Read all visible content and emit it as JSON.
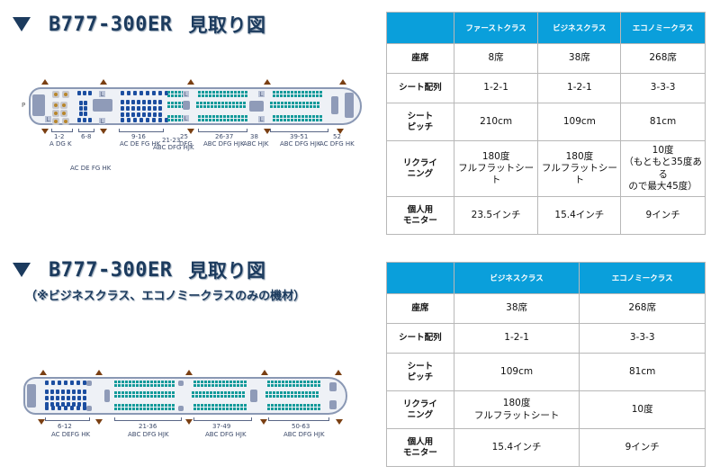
{
  "section1": {
    "title_model": "B777-300ER",
    "title_text": "見取り図",
    "seatmap": {
      "front_label": "P",
      "lav_label": "L",
      "zones": [
        {
          "rows": "1-2",
          "letters": "A DG K"
        },
        {
          "rows": "6-8",
          "letters": "AC DE FG HK"
        },
        {
          "rows": "9-16",
          "letters": "AC DE FG HK"
        },
        {
          "rows": "21-23",
          "letters": "ABC DFG HJK"
        },
        {
          "rows": "25",
          "letters": "DFG"
        },
        {
          "rows": "26-37",
          "letters": "ABC DFG HJK"
        },
        {
          "rows": "38",
          "letters": "ABC HJK"
        },
        {
          "rows": "39-51",
          "letters": "ABC DFG HJK"
        },
        {
          "rows": "52",
          "letters": "AC DFG HK"
        }
      ]
    },
    "table": {
      "headers": [
        "",
        "ファーストクラス",
        "ビジネスクラス",
        "エコノミークラス"
      ],
      "rows": [
        {
          "label": "座席",
          "values": [
            "8席",
            "38席",
            "268席"
          ]
        },
        {
          "label": "シート配列",
          "values": [
            "1-2-1",
            "1-2-1",
            "3-3-3"
          ]
        },
        {
          "label": "シート\nピッチ",
          "values": [
            "210cm",
            "109cm",
            "81cm"
          ]
        },
        {
          "label": "リクライ\nニング",
          "values": [
            "180度\nフルフラットシー\nト",
            "180度\nフルフラットシー\nト",
            "10度\n（もともと35度ある\nので最大45度）"
          ]
        },
        {
          "label": "個人用\nモニター",
          "values": [
            "23.5インチ",
            "15.4インチ",
            "9インチ"
          ]
        }
      ]
    }
  },
  "section2": {
    "title_model": "B777-300ER",
    "title_text": "見取り図",
    "subtitle": "（※ビジネスクラス、エコノミークラスのみの機材）",
    "seatmap": {
      "zones": [
        {
          "rows": "6-12",
          "letters": "AC DEFG HK"
        },
        {
          "rows": "21-36",
          "letters": "ABC DFG HJK"
        },
        {
          "rows": "37-49",
          "letters": "ABC DFG HJK"
        },
        {
          "rows": "50-63",
          "letters": "ABC DFG HJK"
        }
      ]
    },
    "table": {
      "headers": [
        "",
        "ビジネスクラス",
        "エコノミークラス"
      ],
      "rows": [
        {
          "label": "座席",
          "values": [
            "38席",
            "268席"
          ]
        },
        {
          "label": "シート配列",
          "values": [
            "1-2-1",
            "3-3-3"
          ]
        },
        {
          "label": "シート\nピッチ",
          "values": [
            "109cm",
            "81cm"
          ]
        },
        {
          "label": "リクライ\nニング",
          "values": [
            "180度\nフルフラットシート",
            "10度"
          ]
        },
        {
          "label": "個人用\nモニター",
          "values": [
            "15.4インチ",
            "9インチ"
          ]
        }
      ]
    }
  },
  "colors": {
    "title": "#1c3b5e",
    "table_header": "#0a9fdb",
    "first_seat": "#b8862a",
    "business_seat": "#1c4ea0",
    "economy_seat": "#149a9a",
    "door_marker": "#7a3f12"
  }
}
